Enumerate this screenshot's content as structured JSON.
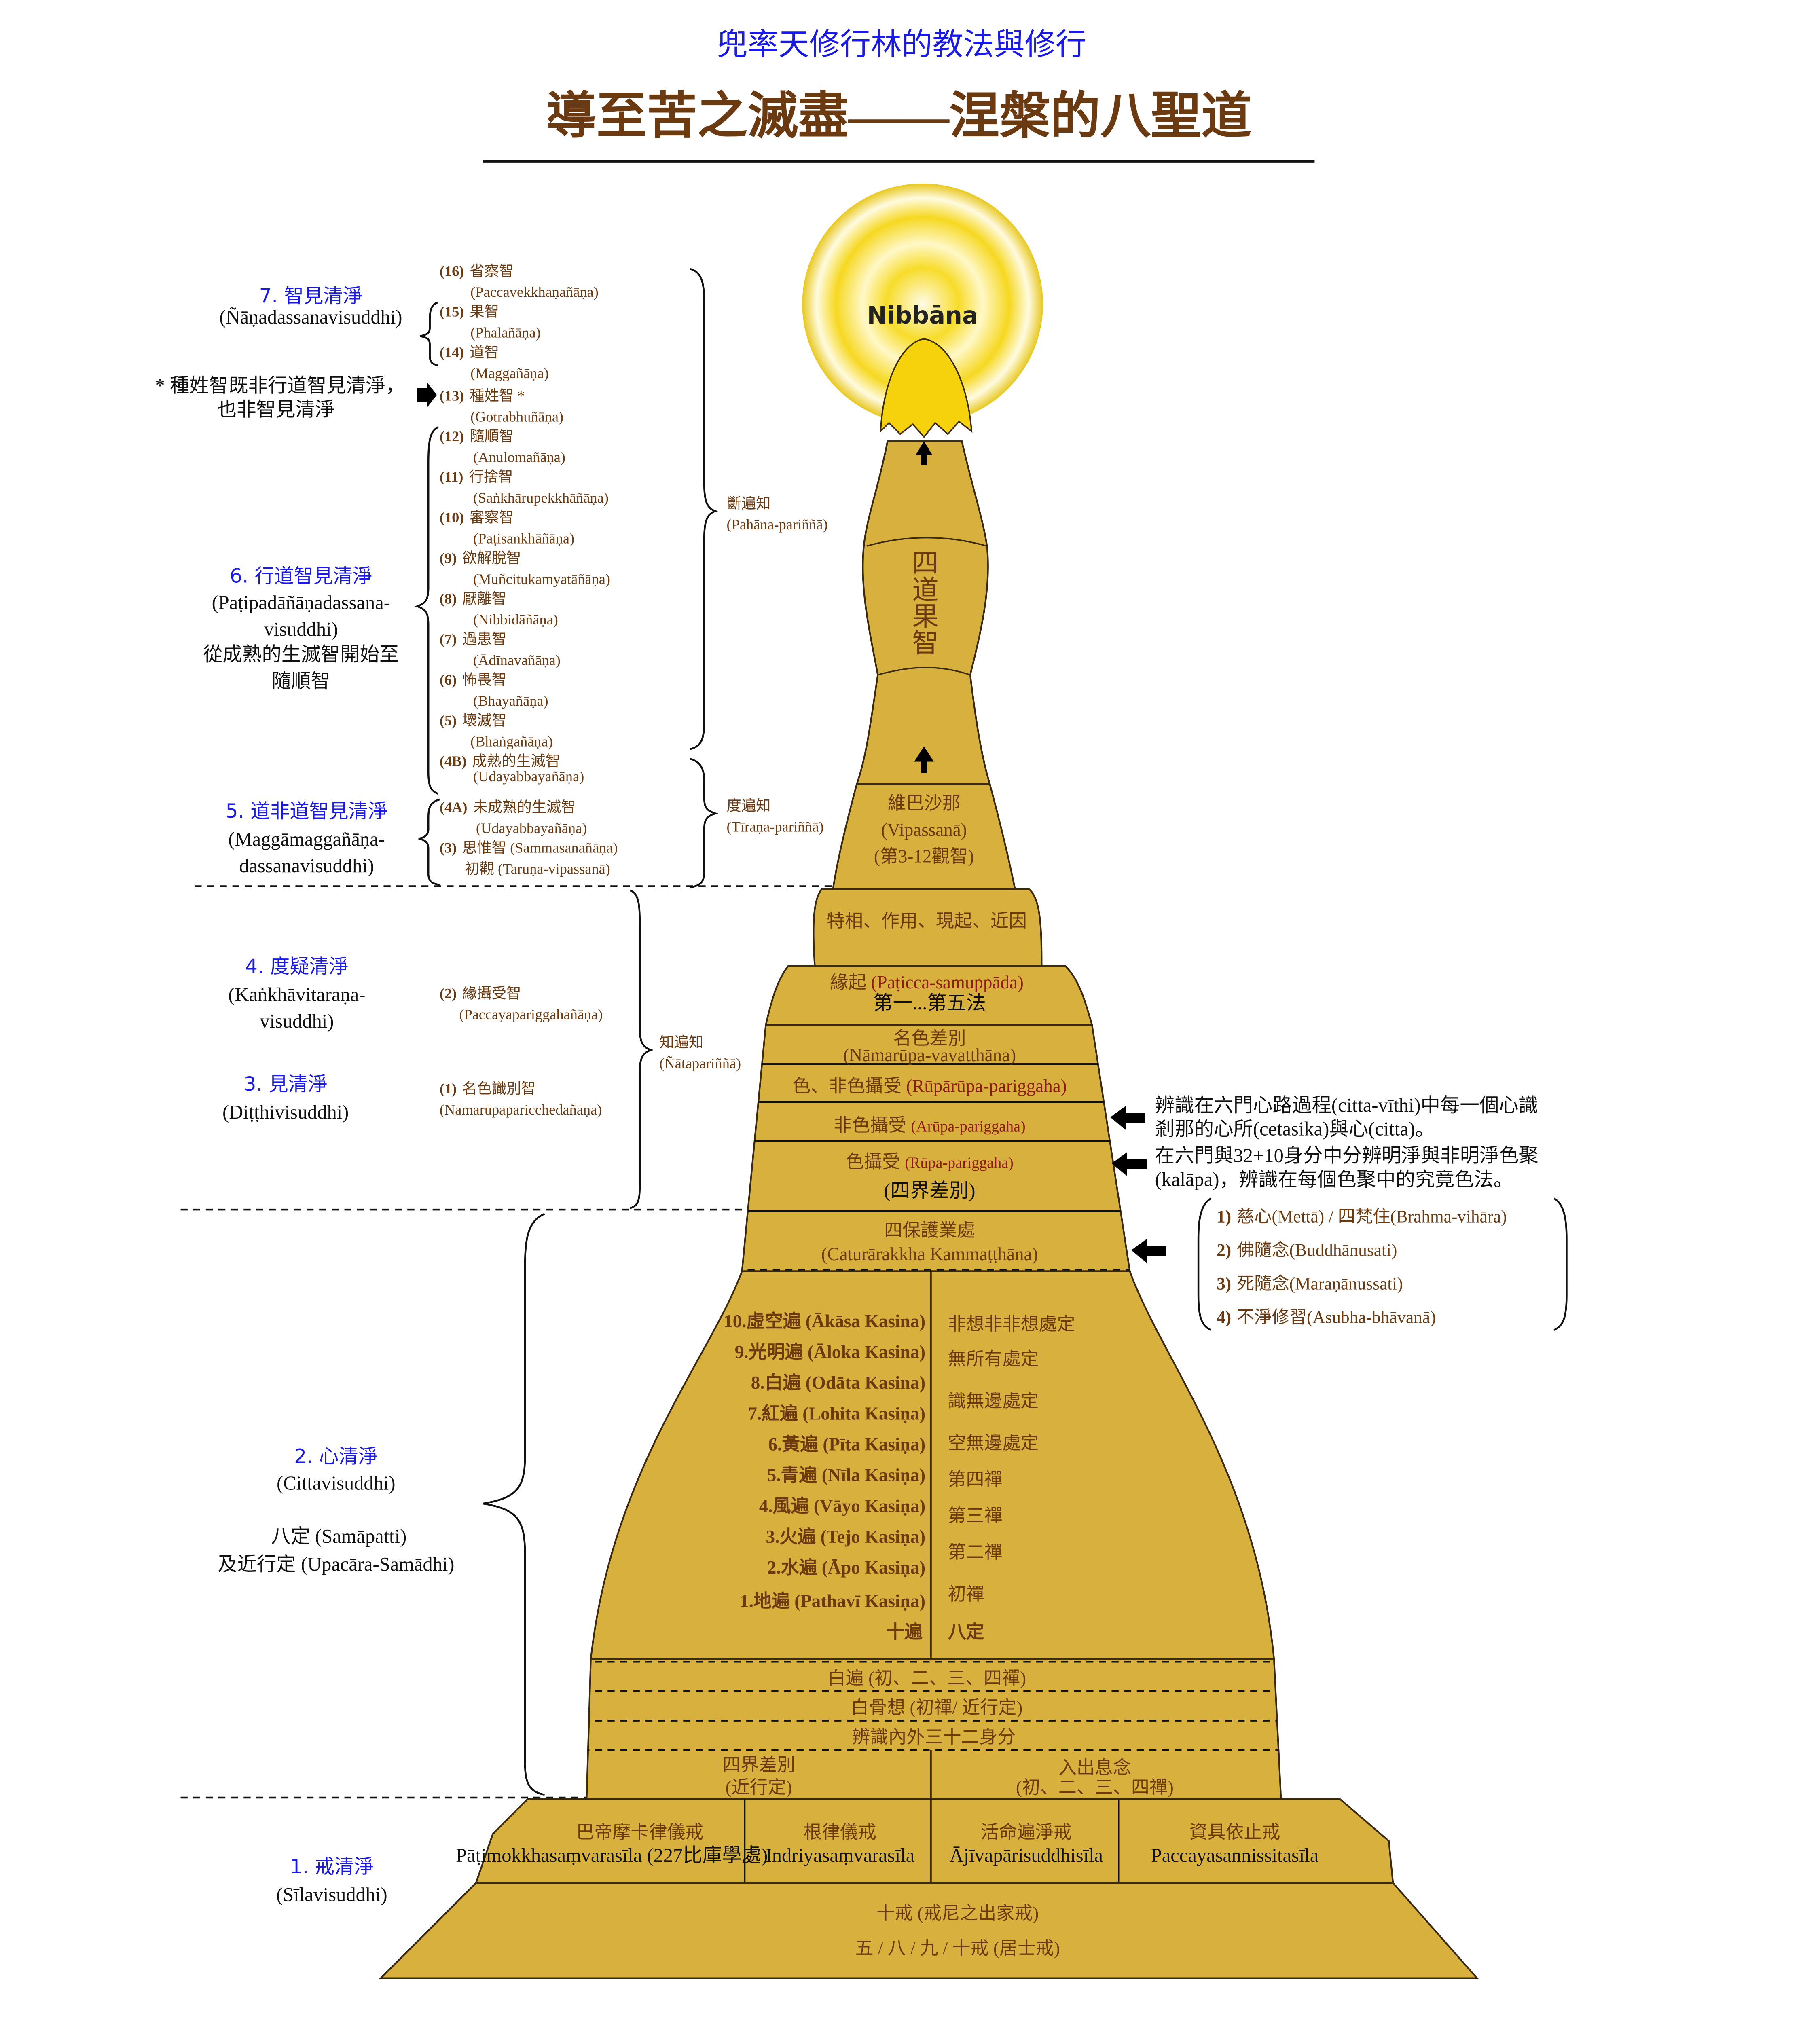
{
  "header": {
    "subtitle": "兜率天修行林的教法與修行",
    "title": "導至苦之滅盡——涅槃的八聖道"
  },
  "colors": {
    "gold": "#d8b03e",
    "heading_blue": "#1a1ae6",
    "brown": "#6b3a10",
    "nibbana_yellow": "#f5d20c"
  },
  "nibbana": {
    "label": "Nibbāna"
  },
  "spire": {
    "label": "四道果智"
  },
  "stages": {
    "s7": {
      "title": "7.  智見清淨",
      "pali": "(Ñāṇadassanavisuddhi)"
    },
    "note": {
      "line1": "* 種姓智既非行道智見清淨，",
      "line2": "也非智見清淨"
    },
    "s6": {
      "title": "6.  行道智見清淨",
      "pali1": "(Paṭipadāñāṇadassana-",
      "pali2": "visuddhi)",
      "zh1": "從成熟的生滅智開始至",
      "zh2": "隨順智"
    },
    "s5": {
      "title": "5.  道非道智見清淨",
      "pali1": "(Maggāmaggañāṇa-",
      "pali2": "dassanavisuddhi)"
    },
    "s4": {
      "title": "4.  度疑清淨",
      "pali1": "(Kaṅkhāvitaraṇa-",
      "pali2": "visuddhi)"
    },
    "s3": {
      "title": "3.  見清淨",
      "pali": "(Diṭṭhivisuddhi)"
    },
    "s2": {
      "title": "2.  心清淨",
      "pali": "(Cittavisuddhi)",
      "zh1": "八定 (Samāpatti)",
      "zh2": "及近行定 (Upacāra-Samādhi)"
    },
    "s1": {
      "title": "1.  戒清淨",
      "pali": "(Sīlavisuddhi)"
    }
  },
  "knowledges": [
    {
      "num": "(16)",
      "zh": "省察智",
      "pali": "(Paccavekkhaṇañāṇa)"
    },
    {
      "num": "(15)",
      "zh": "果智",
      "pali": "(Phalañāṇa)"
    },
    {
      "num": "(14)",
      "zh": "道智",
      "pali": "(Maggañāṇa)"
    },
    {
      "num": "(13)",
      "zh": "種姓智 *",
      "pali": "(Gotrabhuñāṇa)"
    },
    {
      "num": "(12)",
      "zh": "隨順智",
      "pali": "(Anulomañāṇa)"
    },
    {
      "num": "(11)",
      "zh": "行捨智",
      "pali": "(Saṅkhārupekkhāñāṇa)"
    },
    {
      "num": "(10)",
      "zh": "審察智",
      "pali": "(Paṭisankhāñāṇa)"
    },
    {
      "num": "(9)",
      "zh": "欲解脫智",
      "pali": "(Muñcitukamyatāñāṇa)"
    },
    {
      "num": "(8)",
      "zh": "厭離智",
      "pali": "(Nibbidāñāṇa)"
    },
    {
      "num": "(7)",
      "zh": "過患智",
      "pali": "(Ādīnavañāṇa)"
    },
    {
      "num": "(6)",
      "zh": "怖畏智",
      "pali": "(Bhayañāṇa)"
    },
    {
      "num": "(5)",
      "zh": "壞滅智",
      "pali": "(Bhaṅgañāṇa)"
    },
    {
      "num": "(4B)",
      "zh": "成熟的生滅智",
      "pali": "(Udayabbayañāṇa)"
    },
    {
      "num": "(4A)",
      "zh": "未成熟的生滅智",
      "pali": "(Udayabbayañāṇa)"
    },
    {
      "num": "(3)",
      "zh": "思惟智 (Sammasanañāṇa)",
      "pali": "初觀 (Taruṇa-vipassanā)"
    },
    {
      "num": "(2)",
      "zh": "緣攝受智",
      "pali": "(Paccayapariggahañāṇa)"
    },
    {
      "num": "(1)",
      "zh": "名色識別智",
      "pali": "(Nāmarūpaparicchedañāṇa)"
    }
  ],
  "parinna": {
    "pahana": {
      "zh": "斷遍知",
      "pali": "(Pahāna-pariññā)"
    },
    "tirana": {
      "zh": "度遍知",
      "pali": "(Tīraṇa-pariññā)"
    },
    "nata": {
      "zh": "知遍知",
      "pali": "(Ñātapariññā)"
    }
  },
  "stupa": {
    "vipassana": {
      "zh": "維巴沙那",
      "pali": "(Vipassanā)",
      "note": "(第3-12觀智)"
    },
    "characteristics": "特相、作用、現起、近因",
    "paticca": {
      "zh": "緣起",
      "pali": "(Paṭicca-samuppāda)",
      "note": "第一...第五法"
    },
    "namarupa": {
      "zh": "名色差別",
      "pali": "(Nāmarūpa-vavatthāna)"
    },
    "ruparupa": {
      "zh": "色、非色攝受",
      "pali": "(Rūpārūpa-pariggaha)"
    },
    "arupa": {
      "zh": "非色攝受",
      "pali": "(Arūpa-pariggaha)"
    },
    "rupa": {
      "zh": "色攝受",
      "pali": "(Rūpa-pariggaha)",
      "note": "(四界差別)"
    },
    "protective": {
      "zh": "四保護業處",
      "pali": "(Caturārakkha Kammaṭṭhāna)"
    },
    "kasinas": [
      "10.虛空遍 (Ākāsa Kasina)",
      "9.光明遍 (Āloka Kasina)",
      "8.白遍 (Odāta Kasina)",
      "7.紅遍 (Lohita Kasiṇa)",
      "6.黃遍 (Pīta Kasiṇa)",
      "5.青遍 (Nīla Kasiṇa)",
      "4.風遍 (Vāyo Kasiṇa)",
      "3.火遍 (Tejo Kasiṇa)",
      "2.水遍 (Āpo Kasiṇa)",
      "1.地遍 (Pathavī Kasiṇa)"
    ],
    "kasinas_label": "十遍",
    "jhanas": [
      "非想非非想處定",
      "無所有處定",
      "識無邊處定",
      "空無邊處定",
      "第四禪",
      "第三禪",
      "第二禪",
      "初禪"
    ],
    "jhanas_label": "八定",
    "white_kasina": "白遍 (初、二、三、四禪)",
    "skeleton": "白骨想 (初禪/ 近行定)",
    "body_parts": "辨識內外三十二身分",
    "four_elements": {
      "zh": "四界差別",
      "note": "(近行定)"
    },
    "anapana": {
      "zh": "入出息念",
      "note": "(初、二、三、四禪)"
    },
    "sila": [
      {
        "zh": "巴帝摩卡律儀戒",
        "pali": "Pāṭimokkhasaṃvarasīla (227比庫學處)"
      },
      {
        "zh": "根律儀戒",
        "pali": "Indriyasaṃvarasīla"
      },
      {
        "zh": "活命遍淨戒",
        "pali": "Ājīvapārisuddhisīla"
      },
      {
        "zh": "資具依止戒",
        "pali": "Paccayasannissitasīla"
      }
    ],
    "base1": "十戒 (戒尼之出家戒)",
    "base2": "五 / 八 / 九 / 十戒 (居士戒)"
  },
  "right_notes": {
    "arupa_line1": "辨識在六門心路過程(citta-vīthi)中每一個心識",
    "arupa_line2": "剎那的心所(cetasika)與心(citta)。",
    "rupa_line1": "在六門與32+10身分中分辨明淨與非明淨色聚",
    "rupa_line2": "(kalāpa)，辨識在每個色聚中的究竟色法。"
  },
  "protections": [
    {
      "num": "1)",
      "text": "慈心(Mettā) / 四梵住(Brahma-vihāra)"
    },
    {
      "num": "2)",
      "text": "佛隨念(Buddhānusati)"
    },
    {
      "num": "3)",
      "text": "死隨念(Maraṇānussati)"
    },
    {
      "num": "4)",
      "text": "不淨修習(Asubha-bhāvanā)"
    }
  ]
}
